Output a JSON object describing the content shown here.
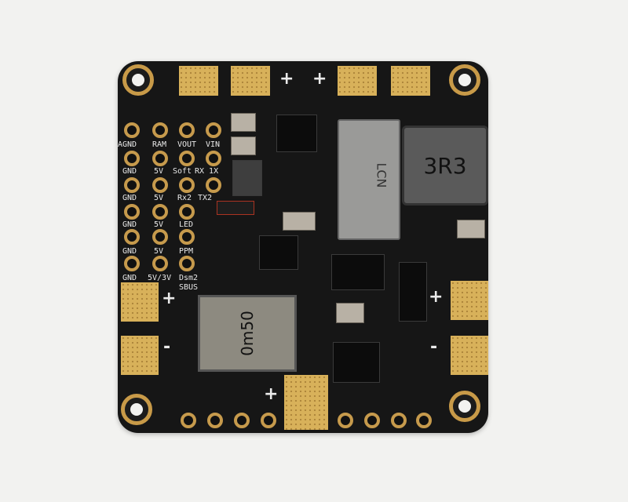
{
  "image": {
    "subject": "flight-controller power distribution board",
    "background_color": "#f2f2f0",
    "board_color": "#161616",
    "pad_color": "#d8b15a",
    "silk_color": "#e8e8e8"
  },
  "silkscreen": {
    "col1": [
      "AGND",
      "GND",
      "GND",
      "GND",
      "GND",
      "GND"
    ],
    "col2": [
      "RAM",
      "5V",
      "5V",
      "5V",
      "5V",
      "5V/3V"
    ],
    "col3": [
      "VOUT",
      "Soft",
      "Rx2",
      "LED",
      "PPM",
      "Dsm2"
    ],
    "col4": [
      "VIN",
      "RX 1X",
      "TX2"
    ],
    "sbus": "SBUS",
    "inductor_marking": "3R3",
    "shunt_marking": "0m50",
    "card_marking": "LCN",
    "plus": "+",
    "minus": "-"
  }
}
